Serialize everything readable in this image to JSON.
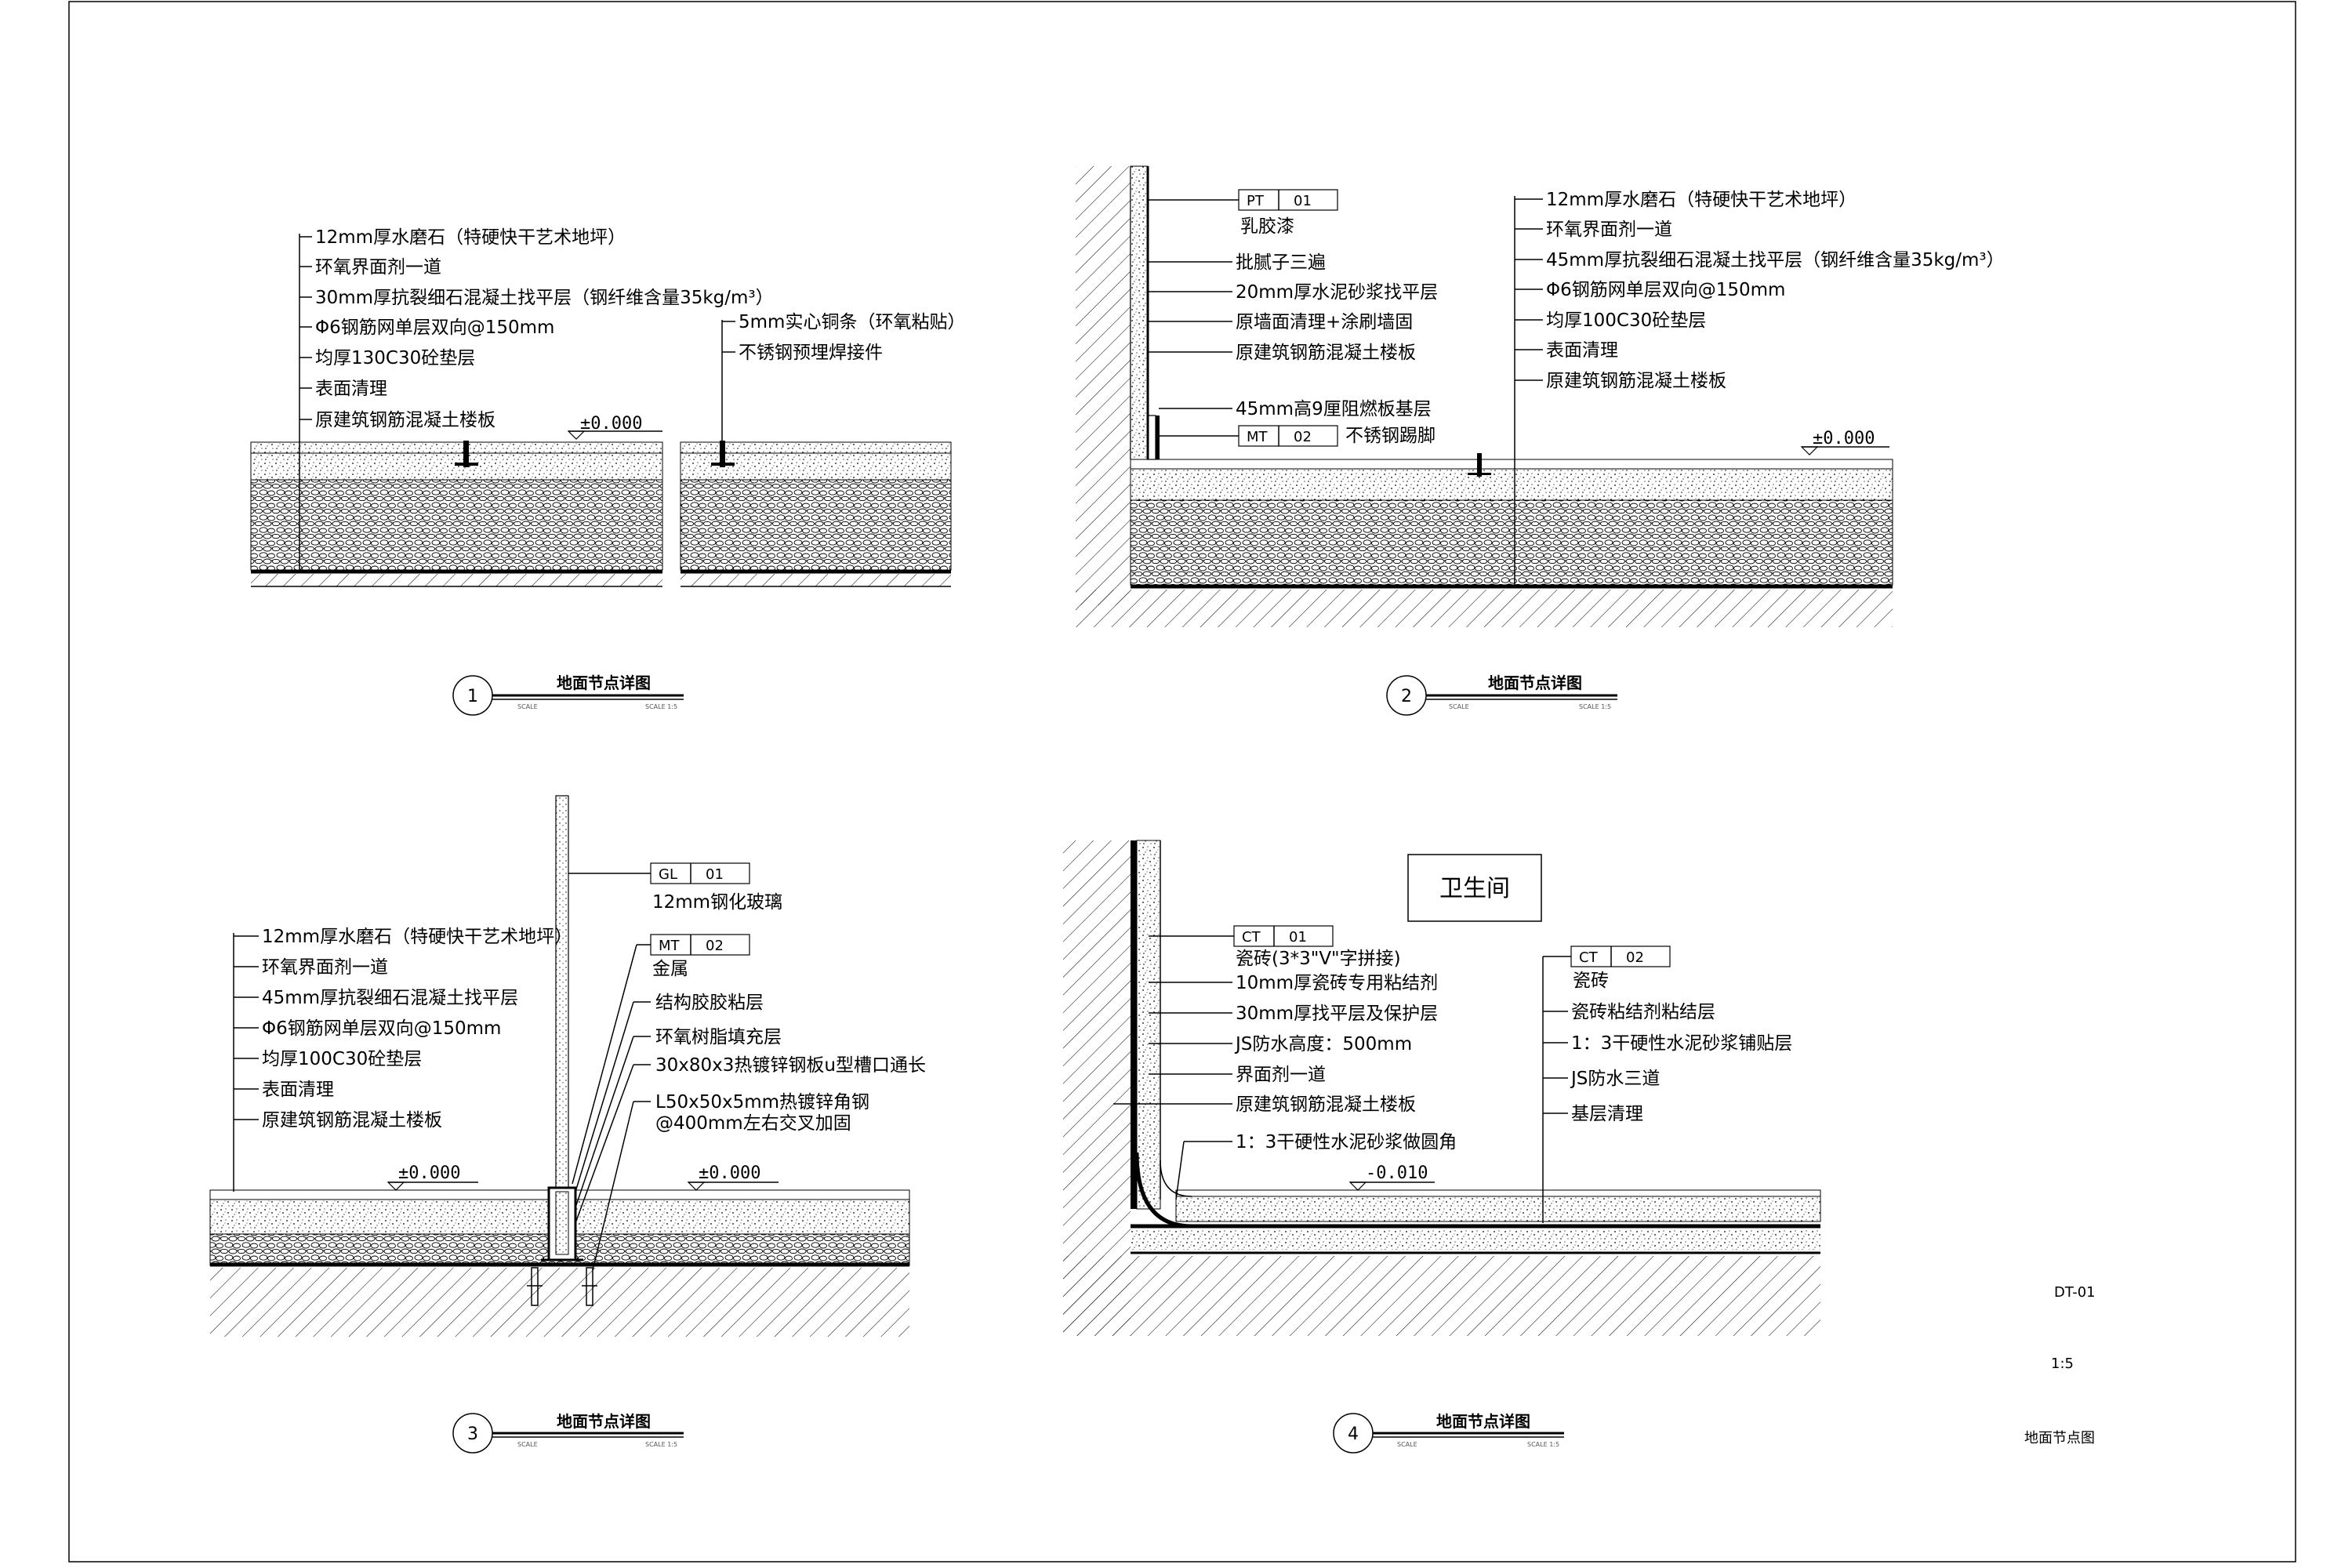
{
  "sheet": {
    "code": "DT-01",
    "scale": "1:5",
    "name": "地面节点图"
  },
  "detail1": {
    "number": "1",
    "title": "地面节点详图",
    "scale_left": "SCALE",
    "scale_right": "SCALE 1:5",
    "layers": [
      "12mm厚水磨石（特硬快干艺术地坪）",
      "环氧界面剂一道",
      "30mm厚抗裂细石混凝土找平层（钢纤维含量35kg/m³）",
      "Φ6钢筋网单层双向@150mm",
      "均厚130C30砼垫层",
      "表面清理",
      "原建筑钢筋混凝土楼板"
    ],
    "strip_notes": [
      "5mm实心铜条（环氧粘贴）",
      "不锈钢预埋焊接件"
    ],
    "level": "±0.000"
  },
  "detail2": {
    "number": "2",
    "title": "地面节点详图",
    "scale_left": "SCALE",
    "scale_right": "SCALE 1:5",
    "tag_pt": {
      "code": "PT",
      "no": "01",
      "text": "乳胶漆"
    },
    "wall_layers": [
      "批腻子三遍",
      "20mm厚水泥砂浆找平层",
      "原墙面清理+涂刷墙固",
      "原建筑钢筋混凝土楼板"
    ],
    "skirting_base": "45mm高9厘阻燃板基层",
    "tag_mt": {
      "code": "MT",
      "no": "02",
      "text": "不锈钢踢脚"
    },
    "floor_layers": [
      "12mm厚水磨石（特硬快干艺术地坪）",
      "环氧界面剂一道",
      "45mm厚抗裂细石混凝土找平层（钢纤维含量35kg/m³）",
      "Φ6钢筋网单层双向@150mm",
      "均厚100C30砼垫层",
      "表面清理",
      "原建筑钢筋混凝土楼板"
    ],
    "level": "±0.000"
  },
  "detail3": {
    "number": "3",
    "title": "地面节点详图",
    "scale_left": "SCALE",
    "scale_right": "SCALE 1:5",
    "tag_gl": {
      "code": "GL",
      "no": "01",
      "text": "12mm钢化玻璃"
    },
    "tag_mt": {
      "code": "MT",
      "no": "02",
      "text": "金属"
    },
    "glass_notes": [
      "结构胶胶粘层",
      "环氧树脂填充层",
      "30x80x3热镀锌钢板u型槽口通长",
      "L50x50x5mm热镀锌角钢",
      "@400mm左右交叉加固"
    ],
    "floor_layers": [
      "12mm厚水磨石（特硬快干艺术地坪）",
      "环氧界面剂一道",
      "45mm厚抗裂细石混凝土找平层",
      "Φ6钢筋网单层双向@150mm",
      "均厚100C30砼垫层",
      "表面清理",
      "原建筑钢筋混凝土楼板"
    ],
    "level_left": "±0.000",
    "level_right": "±0.000"
  },
  "detail4": {
    "number": "4",
    "title": "地面节点详图",
    "scale_left": "SCALE",
    "scale_right": "SCALE 1:5",
    "room": "卫生间",
    "tag_ct1": {
      "code": "CT",
      "no": "01",
      "text": "瓷砖(3*3\"V\"字拼接)"
    },
    "wall_layers": [
      "10mm厚瓷砖专用粘结剂",
      "30mm厚找平层及保护层",
      "JS防水高度：500mm",
      "界面剂一道",
      "原建筑钢筋混凝土楼板",
      "1：3干硬性水泥砂浆做圆角"
    ],
    "tag_ct2": {
      "code": "CT",
      "no": "02",
      "text": "瓷砖"
    },
    "floor_layers": [
      "瓷砖粘结剂粘结层",
      "1：3干硬性水泥砂浆铺贴层",
      "JS防水三道",
      "基层清理"
    ],
    "level": "-0.010"
  }
}
